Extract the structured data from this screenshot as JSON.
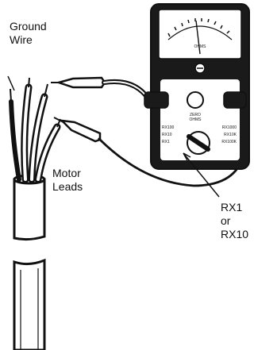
{
  "labels": {
    "ground_line1": "Ground",
    "ground_line2": "Wire",
    "motor_line1": "Motor",
    "motor_line2": "Leads",
    "range_line1": "RX1",
    "range_line2": "or",
    "range_line3": "RX10"
  },
  "meter": {
    "dial_text": "OHMS",
    "zero_line1": "ZERO",
    "zero_line2": "OHMS",
    "range_left": [
      "RX100",
      "RX10",
      "RX1"
    ],
    "range_right": [
      "RX1000",
      "RX10K",
      "RX100K"
    ]
  },
  "colors": {
    "ink": "#111111",
    "meter_body": "#1a1a1a",
    "panel": "#ffffff",
    "wire_fill": "#ffffff"
  }
}
